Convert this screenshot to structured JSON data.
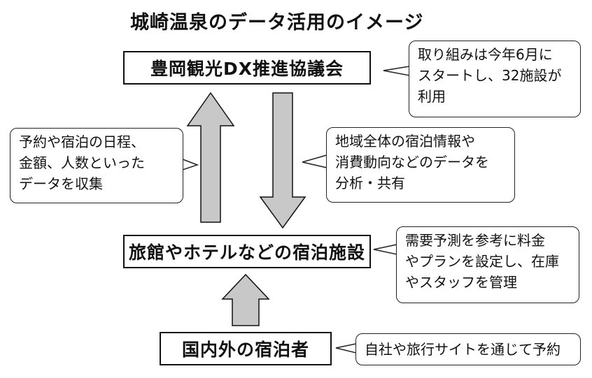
{
  "title": "城崎温泉のデータ活用のイメージ",
  "nodes": {
    "council": "豊岡観光DX推進協議会",
    "facility": "旅館やホテルなどの宿泊施設",
    "guest": "国内外の宿泊者"
  },
  "notes": {
    "council_note": "取り組みは今年6月に\nスタートし、32施設が\n利用",
    "collect_note": "予約や宿泊の日程、\n金額、人数といった\nデータを収集",
    "share_note": "地域全体の宿泊情報や\n消費動向などのデータを\n分析・共有",
    "facility_note": "需要予測を参考に料金\nやプランを設定し、在庫\nやスタッフを管理",
    "guest_note": "自社や旅行サイトを通じて予約"
  },
  "colors": {
    "arrow_fill": "#c8c8c8",
    "stroke": "#111111"
  }
}
